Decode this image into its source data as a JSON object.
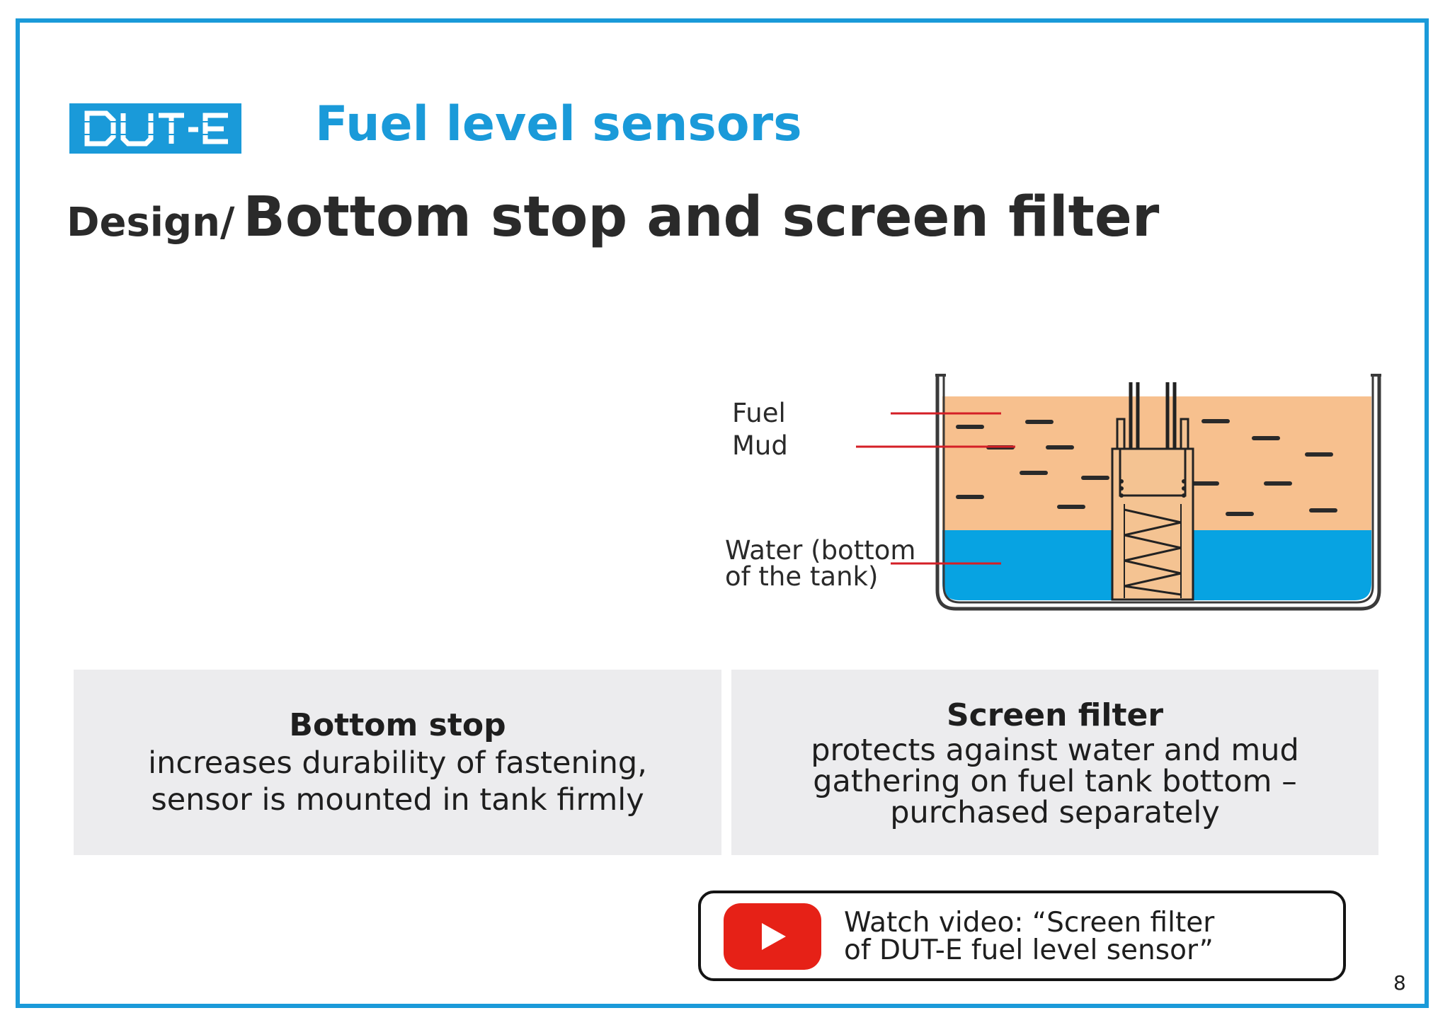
{
  "brand": {
    "logo_text": "DUT-E",
    "title": "Fuel level sensors"
  },
  "heading": {
    "prefix": "Design/",
    "main": "Bottom stop and  screen filter"
  },
  "diagram": {
    "labels": {
      "fuel": "Fuel",
      "mud": "Mud",
      "water_line1": "Water (bottom",
      "water_line2": "of the tank)"
    },
    "colors": {
      "fuel": "#f7c08e",
      "water": "#07a3e2",
      "pointer": "#d41f26",
      "tank": "#3a3a3a"
    }
  },
  "cards": [
    {
      "title": "Bottom stop",
      "lines": [
        "increases durability of fastening,",
        "sensor is mounted in tank firmly"
      ]
    },
    {
      "title": "Screen filter",
      "lines": [
        "protects against water and mud",
        "gathering on fuel tank bottom –",
        "purchased separately"
      ]
    }
  ],
  "video": {
    "icon": "youtube-play-icon",
    "line1": "Watch video: “Screen filter",
    "line2": "of DUT-E fuel level sensor”",
    "icon_color": "#e62117"
  },
  "page_number": "8"
}
